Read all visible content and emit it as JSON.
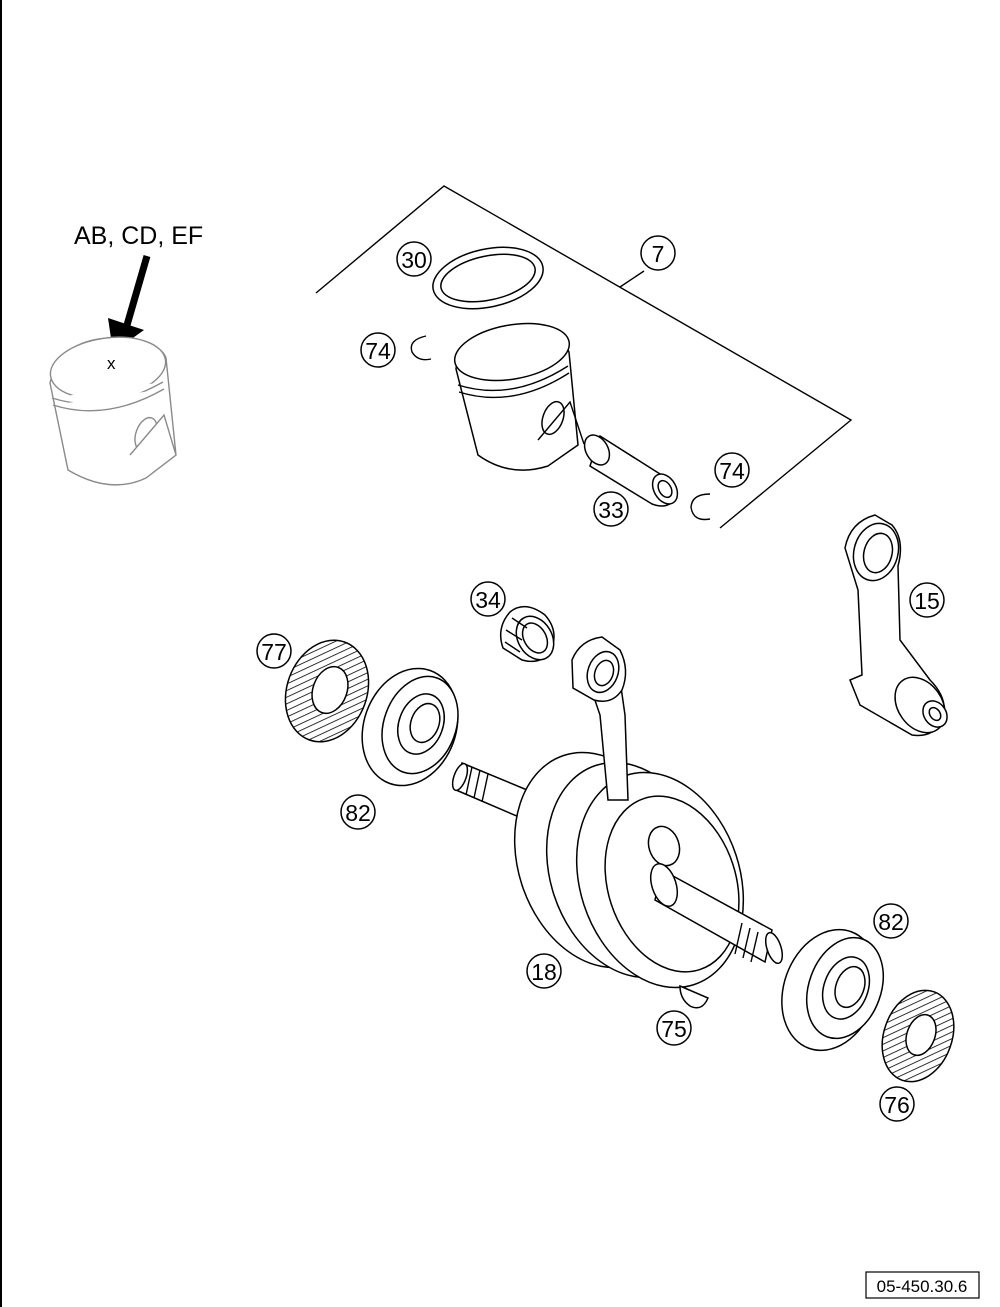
{
  "marking_label": "AB, CD, EF",
  "mark_symbol": "x",
  "figure_code": "05-450.30.6",
  "callouts": [
    "30",
    "7",
    "74",
    "74",
    "33",
    "15",
    "34",
    "77",
    "82",
    "82",
    "18",
    "75",
    "76"
  ],
  "colors": {
    "ink": "#000000",
    "paper": "#ffffff",
    "faint_outline": "#8a8a8a"
  }
}
